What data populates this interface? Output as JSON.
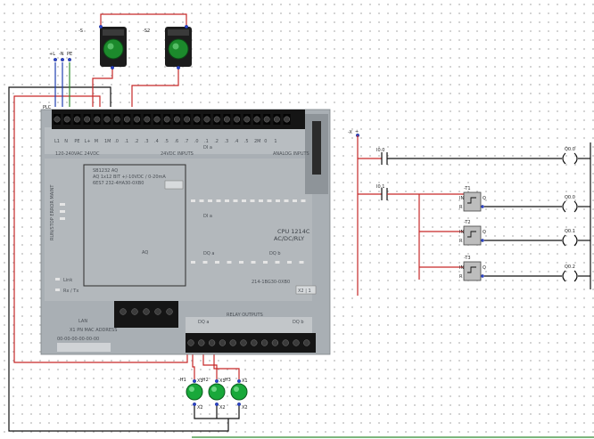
{
  "colors": {
    "wire_red": "#c62828",
    "wire_black": "#111111",
    "wire_blue": "#1f3fb0",
    "wire_green": "#2e8b2e",
    "plc_body": "#a9afb4",
    "button_green": "#1c8a2c",
    "lamp_green": "#19a83a",
    "timer_fill": "#bdbdbd"
  },
  "supply": {
    "l_label": "+L",
    "n_label": "-N",
    "pe_label": "PE"
  },
  "plc": {
    "label": "PLC",
    "power_header": "120-240VAC  24VDC",
    "di_header": "24VDC INPUTS",
    "di_group": "DI a",
    "analog_header": "ANALOG INPUTS",
    "cpu_model_line1": "CPU 1214C",
    "cpu_model_line2": "AC/DC/RLY",
    "order_number": "214-1BG30-0XB0",
    "version": "X2 | 1",
    "run_stop": "RUN / STOP\nERROR\nMAINT",
    "signal_board_line1": "SB1232 AQ",
    "signal_board_line2": "AQ 1x12 BIT +/-10VDC / 0-20mA",
    "signal_board_line3": "6ES7 232-4HA30-0XB0",
    "aq_label": "AQ",
    "link_label": "Link",
    "rxtx_label": "Rx / Tx",
    "lan_label": "LAN",
    "mac_label": "X1 PN\nMAC ADDRESS",
    "mac_value": "00-00-00-00-00-00",
    "relay_outputs_label": "RELAY OUTPUTS",
    "dq_a_label": "DQ a",
    "dq_b_label": "DQ b",
    "top_terminals": [
      "L1",
      "N",
      "PE",
      "L+",
      "M",
      "1M",
      ".0",
      ".1",
      ".2",
      ".3",
      ".4",
      ".5",
      ".6",
      ".7",
      ".0",
      ".1",
      ".2",
      ".3",
      ".4",
      ".5",
      "2M",
      "0",
      "1"
    ]
  },
  "buttons": [
    {
      "ref": "-S",
      "color": "#1c8a2c"
    },
    {
      "ref": "-S2",
      "color": "#1c8a2c"
    }
  ],
  "lamps": [
    {
      "ref": "-H1",
      "top": "X1",
      "bottom": "X2"
    },
    {
      "ref": "-H2",
      "top": "X1",
      "bottom": "X2"
    },
    {
      "ref": "-H3",
      "top": "X1",
      "bottom": "X2"
    }
  ],
  "ladder": {
    "left_rail_label": "+",
    "left_rail_ref": "-X",
    "rungs": [
      {
        "contact": "I0.0",
        "coil": "Q0.0"
      },
      {
        "contact": "I0.1",
        "timer": "-T1",
        "coil": "Q0.0"
      },
      {
        "timer": "-T2",
        "coil": "Q0.1"
      },
      {
        "timer": "-T3",
        "coil": "Q0.2"
      }
    ],
    "timer_in": "IN",
    "timer_out": "Q",
    "timer_reset": "R"
  }
}
